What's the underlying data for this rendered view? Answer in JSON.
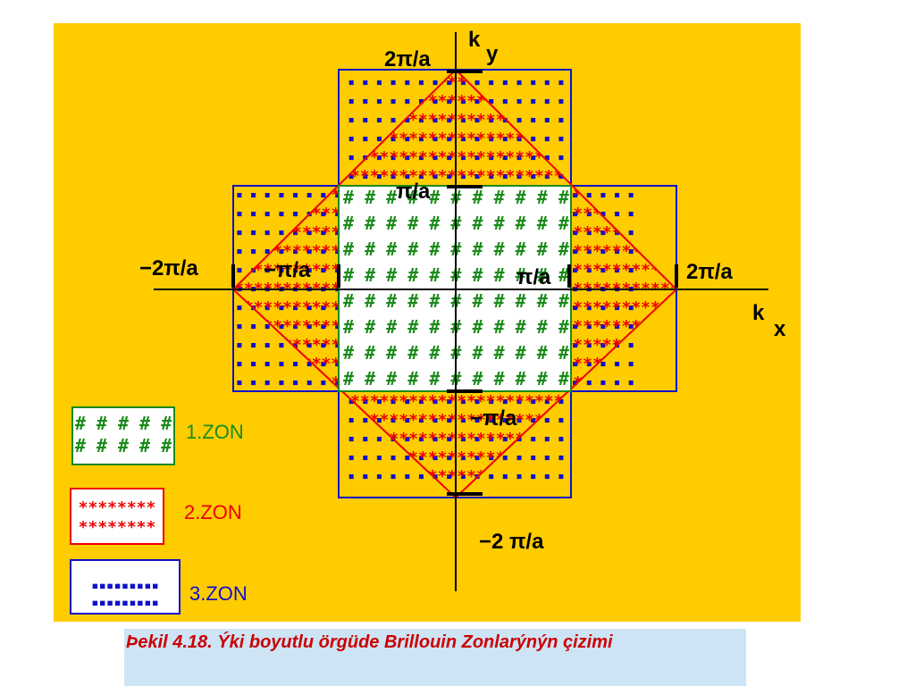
{
  "colors": {
    "background": "#ffcc00",
    "zone1": "#1a8a1a",
    "zone2": "#ee0000",
    "zone3": "#1010c8",
    "axis": "#000000",
    "caption_bg": "#cde4f5",
    "caption_text": "#cc0000"
  },
  "axes": {
    "ky": {
      "k": "k",
      "sub": "y"
    },
    "kx": {
      "k": "k",
      "sub": "x"
    }
  },
  "labels": {
    "top_2pi": "2π/a",
    "top_pi": "π/a",
    "left_2pi": "−2π/a",
    "left_pi": "−π/a",
    "right_pi": "π/a",
    "right_2pi": "2π/a",
    "bottom_pi": "−π/a",
    "bottom_2pi": "−2 π/a"
  },
  "fills": {
    "zone1": "# # # # # # # # # # # # # # # # # # # # # # # # # # #",
    "zone2": "****************************************************************",
    "zone3": "▪ ▪ ▪ ▪ ▪ ▪ ▪ ▪ ▪ ▪ ▪ ▪ ▪ ▪ ▪ ▪ ▪ ▪ ▪ ▪ ▪ ▪ ▪ ▪ ▪ ▪ ▪ ▪ ▪"
  },
  "legend": [
    {
      "zone": "zone1",
      "swatch_lines": [
        "# # # # #",
        "# # # # #"
      ],
      "label": "1.ZON"
    },
    {
      "zone": "zone2",
      "swatch_lines": [
        "********",
        "********"
      ],
      "label": "2.ZON"
    },
    {
      "zone": "zone3",
      "swatch_lines": [
        "▪▪▪▪▪▪▪▪▪",
        "▪▪▪▪▪▪▪▪▪"
      ],
      "label": "3.ZON"
    }
  ],
  "caption": "Þekil 4.18. Ýki boyutlu örgüde Brillouin Zonlarýnýn çizimi"
}
